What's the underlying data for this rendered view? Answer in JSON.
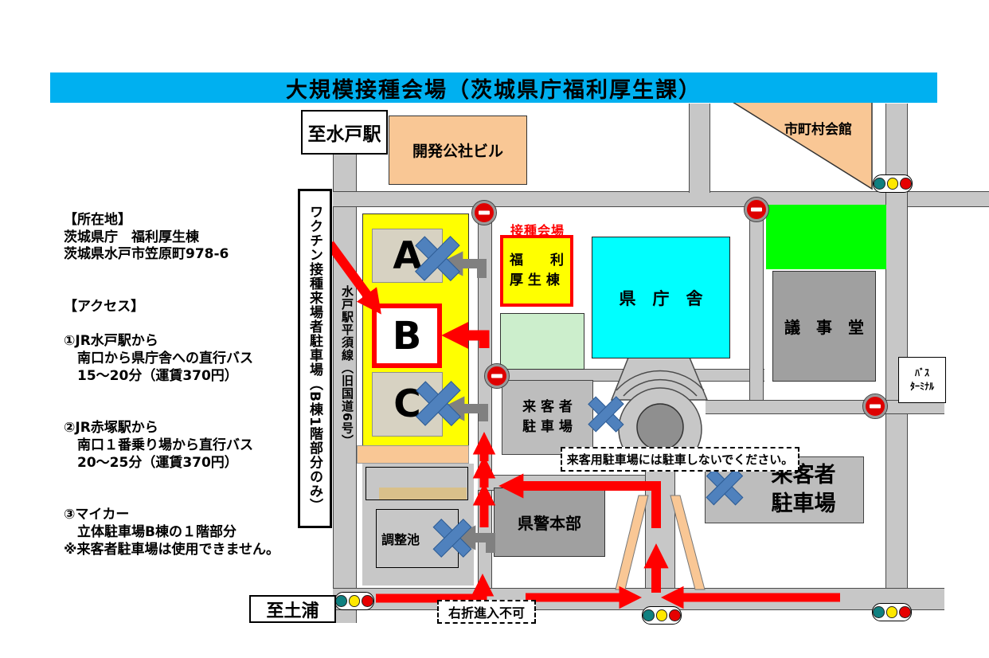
{
  "title": "大規模接種会場（茨城県庁福利厚生課）",
  "colors": {
    "title_bar": "#00B0F0",
    "road_gray": "#C7C7C7",
    "parking_yellow": "#FFFF00",
    "kencho_cyan": "#00FFFF",
    "bright_green": "#00FF00",
    "pale_green": "#CCEECC",
    "building_peach": "#F9C795",
    "building_gray": "#A0A0A0",
    "parking_building_gray": "#BDBDBD",
    "garage_tan": "#D7D2C2",
    "x_blue": "#4F81BD",
    "arrow_red": "#FF0000",
    "arrow_gray": "#808080"
  },
  "info": {
    "location": "【所在地】\n茨城県庁　福利厚生棟\n茨城県水戸市笠原町978-6",
    "access_heading": "【アクセス】",
    "access1": "①JR水戸駅から\n　南口から県庁舎への直行バス\n　15～20分（運賃370円）",
    "access2": "②JR赤塚駅から\n　南口１番乗り場から直行バス\n　20～25分（運賃370円）",
    "access3": "③マイカー\n　立体駐車場B棟の１階部分\n※来客者駐車場は使用できません。"
  },
  "map": {
    "dest_mito": "至水戸駅",
    "dest_tsuchiura": "至土浦",
    "vaccine_parking_box": "ワクチン接種来場者駐車場（B棟1階部分のみ）",
    "road_label": "水戸駅平須線（旧国道6号）",
    "buildings": {
      "kaihatsu": "開発公社ビル",
      "shichoson": "市町村会館",
      "kencho": "県　庁　舎",
      "gijido": "議　事　堂",
      "bus_terminal": "ﾊﾞｽ\nﾀｰﾐﾅﾙ",
      "sesshu_label": "接種会場",
      "fukuri": "福　　利\n厚 生 棟",
      "keikei": "県警本部",
      "chosei": "調整池",
      "visitor_left": "来 客 者\n駐 車 場",
      "visitor_right": "来客者\n駐車場",
      "parking_a": "A",
      "parking_b": "B",
      "parking_c": "C"
    },
    "notes": {
      "no_parking": "来客用駐車場には駐車しないでください。",
      "no_right_turn": "右折進入不可"
    }
  }
}
